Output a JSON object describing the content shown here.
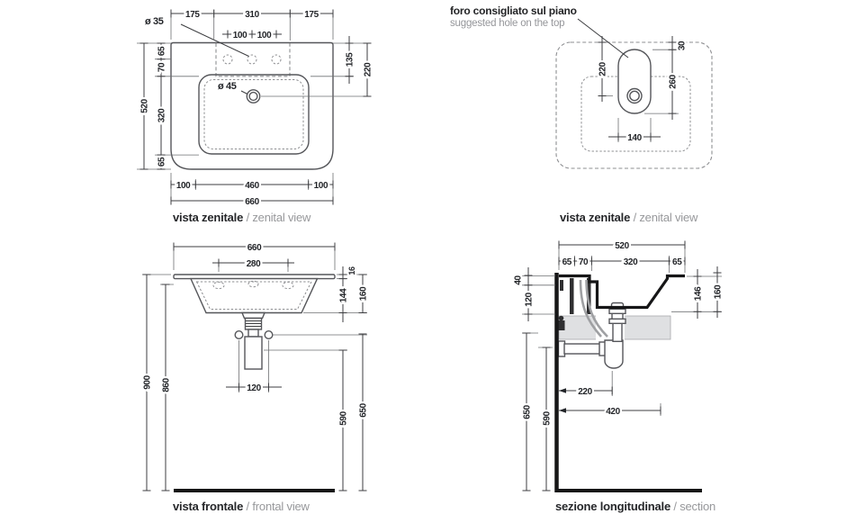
{
  "colors": {
    "line": "#55565a",
    "dim_text": "#232529",
    "dashed": "#8e8f92",
    "thick": "#161617",
    "gray_fill": "#dfe0e2",
    "caption_light": "#97989b"
  },
  "note": {
    "it": "foro consigliato sul piano",
    "en": "suggested hole on the top"
  },
  "captions": {
    "plan_left": {
      "bold": "vista zenitale",
      "light": "/ zenital view"
    },
    "plan_right": {
      "bold": "vista zenitale",
      "light": "/ zenital view"
    },
    "front": {
      "bold": "vista frontale",
      "light": "/ frontal view"
    },
    "section": {
      "bold": "sezione longitudinale",
      "light": "/ section"
    }
  },
  "plan_left": {
    "d_top_l": "175",
    "d_top_m": "310",
    "d_top_r": "175",
    "d_hole_l": "100",
    "d_hole_r": "100",
    "lbl_faucet": "ø 35",
    "lbl_drain": "ø 45",
    "d_520": "520",
    "d_65a": "65",
    "d_70": "70",
    "d_320": "320",
    "d_65b": "65",
    "d_135": "135",
    "d_220": "220",
    "d_b100l": "100",
    "d_b460": "460",
    "d_b100r": "100",
    "d_660": "660"
  },
  "plan_right": {
    "d_220": "220",
    "d_30": "30",
    "d_260": "260",
    "d_140": "140"
  },
  "front": {
    "d_660": "660",
    "d_280": "280",
    "d_16": "16",
    "d_144": "144",
    "d_160": "160",
    "d_120": "120",
    "d_900": "900",
    "d_860": "860",
    "d_650": "650",
    "d_590": "590"
  },
  "section": {
    "d_520": "520",
    "d_65a": "65",
    "d_70": "70",
    "d_320": "320",
    "d_65b": "65",
    "d_40": "40",
    "d_120": "120",
    "d_146": "146",
    "d_160": "160",
    "d_220": "220",
    "d_420": "420",
    "d_650": "650",
    "d_590": "590"
  }
}
